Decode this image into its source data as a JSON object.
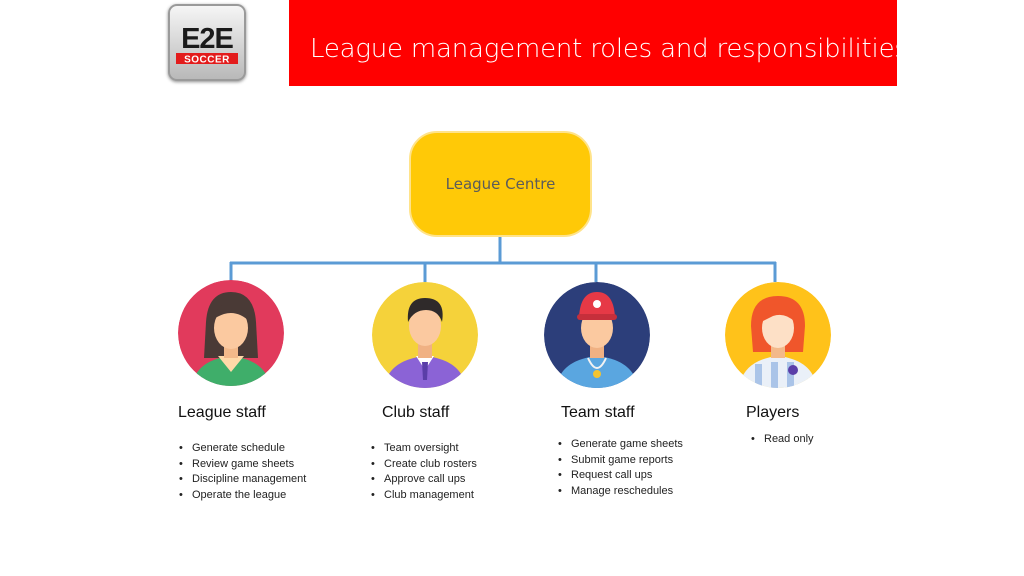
{
  "header": {
    "title": "League management roles and responsibilities",
    "background_color": "#ff0000"
  },
  "logo": {
    "line1": "E2E",
    "line2": "SOCCER"
  },
  "diagram": {
    "root": {
      "label": "League Centre",
      "color": "#ffc907"
    },
    "connector_color": "#5b9bd5",
    "roles": [
      {
        "title": "League staff",
        "avatar": "female-staff-avatar",
        "circle_color": "#e13a5c",
        "items": [
          "Generate schedule",
          "Review game sheets",
          "Discipline management",
          "Operate the league"
        ]
      },
      {
        "title": "Club staff",
        "avatar": "male-manager-avatar",
        "circle_color": "#f5d23a",
        "items": [
          "Team oversight",
          "Create club rosters",
          "Approve call ups",
          "Club management"
        ]
      },
      {
        "title": "Team staff",
        "avatar": "coach-avatar",
        "circle_color": "#2c3e7a",
        "items": [
          "Generate game sheets",
          "Submit game reports",
          "Request call ups",
          "Manage reschedules"
        ]
      },
      {
        "title": "Players",
        "avatar": "player-avatar",
        "circle_color": "#ffc21a",
        "items": [
          "Read only"
        ]
      }
    ]
  }
}
